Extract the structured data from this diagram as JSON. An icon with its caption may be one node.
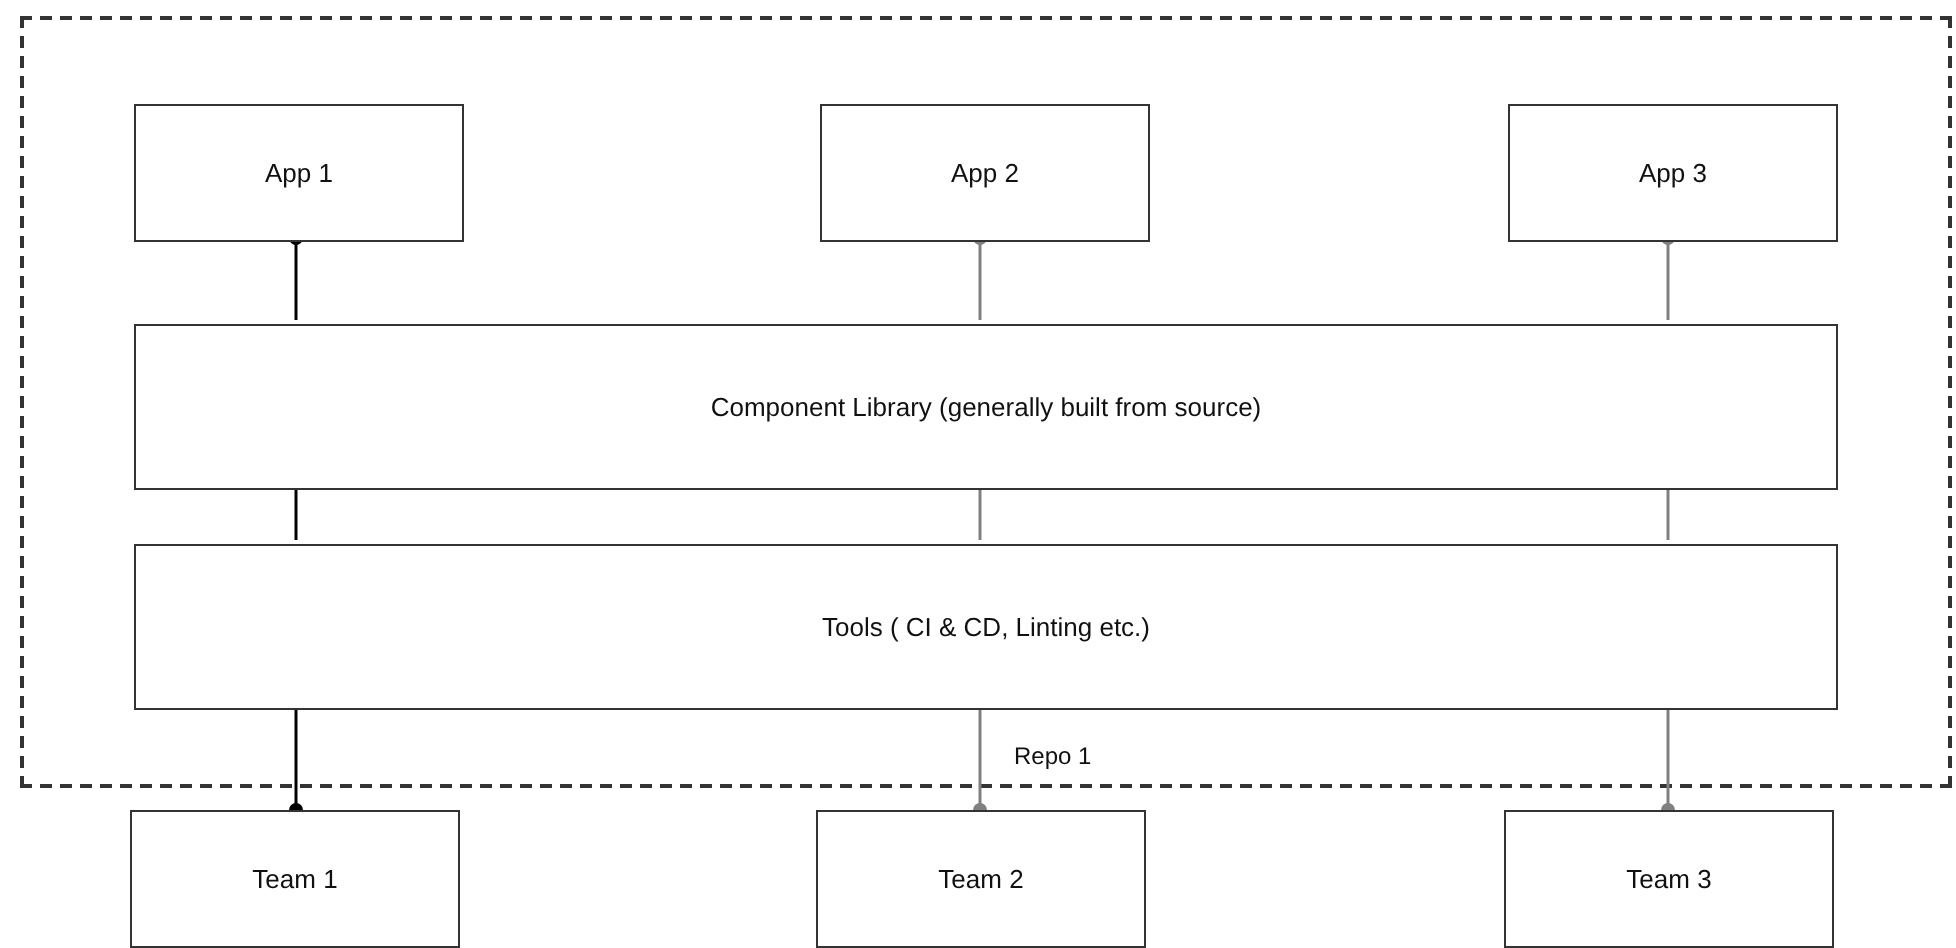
{
  "diagram": {
    "nodes": [
      {
        "text": [
          "Repo 1"
        ]
      },
      {
        "text": [
          "App 1"
        ],
        "in": 0
      },
      {
        "text": [
          "App 2"
        ],
        "in": 0
      },
      {
        "text": [
          "App 3"
        ],
        "in": 0
      },
      {
        "text": [
          "Component Library (generally built from source)"
        ],
        "in": 0
      },
      {
        "text": [
          "Tools ( CI & CD, Linting etc.)"
        ],
        "in": 0
      },
      {
        "text": [
          "Team 1"
        ]
      },
      {
        "text": [
          "Team 2"
        ]
      },
      {
        "text": [
          "Team 3"
        ]
      }
    ],
    "edges": [
      {
        "from": 4,
        "to": 1,
        "arrow": "other",
        "color": "#000000"
      },
      {
        "from": 4,
        "to": 2,
        "arrow": "other"
      },
      {
        "from": 4,
        "to": 3,
        "arrow": "other"
      },
      {
        "from": 4,
        "to": 5,
        "arrow": "none",
        "color": "#000000"
      },
      {
        "from": 4,
        "to": 5,
        "arrow": "none"
      },
      {
        "from": 4,
        "to": 5,
        "arrow": "none"
      },
      {
        "from": 5,
        "to": 6,
        "arrow": "other",
        "color": "#000000"
      },
      {
        "from": 5,
        "to": 7,
        "arrow": "other"
      },
      {
        "from": 5,
        "to": 8,
        "arrow": "other"
      }
    ]
  }
}
